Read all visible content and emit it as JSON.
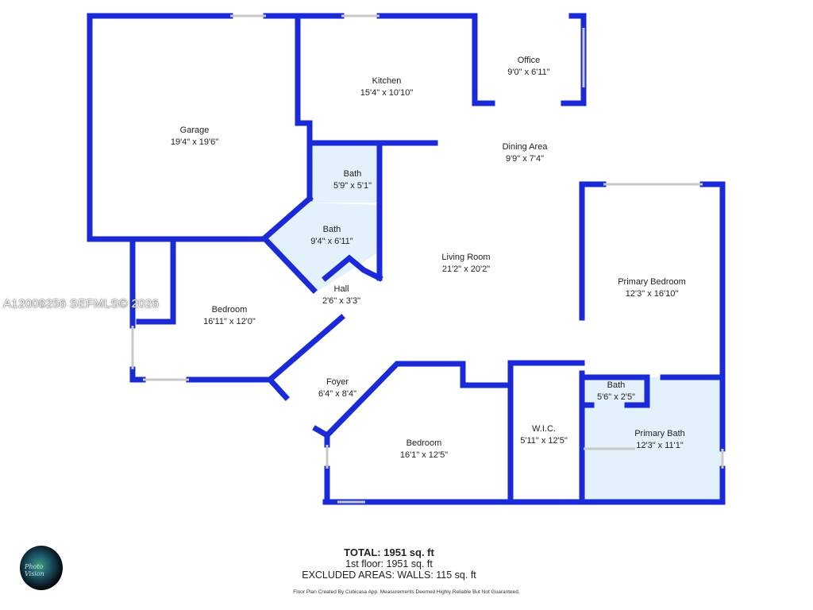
{
  "colors": {
    "wall": "#1a2ad6",
    "wet": "#e2f1fb",
    "window": "#c8c8c8"
  },
  "rooms": [
    {
      "name": "Garage",
      "size": "19'4\" x 19'6\""
    },
    {
      "name": "Kitchen",
      "size": "15'4\" x 10'10\""
    },
    {
      "name": "Office",
      "size": "9'0\" x 6'11\""
    },
    {
      "name": "Dining Area",
      "size": "9'9\" x 7'4\""
    },
    {
      "name": "Bath",
      "size": "5'9\" x 5'1\""
    },
    {
      "name": "Bath",
      "size": "9'4\" x 6'11\""
    },
    {
      "name": "Living Room",
      "size": "21'2\" x 20'2\""
    },
    {
      "name": "Primary Bedroom",
      "size": "12'3\" x 16'10\""
    },
    {
      "name": "Hall",
      "size": "2'6\" x 3'3\""
    },
    {
      "name": "Bedroom",
      "size": "16'11\" x 12'0\""
    },
    {
      "name": "Foyer",
      "size": "6'4\" x 8'4\""
    },
    {
      "name": "Bedroom",
      "size": "16'1\" x 12'5\""
    },
    {
      "name": "W.I.C.",
      "size": "5'11\" x 12'5\""
    },
    {
      "name": "Bath",
      "size": "5'6\" x 2'5\""
    },
    {
      "name": "Primary Bath",
      "size": "12'3\" x 11'1\""
    }
  ],
  "watermark": "A12008256  SEFMLS© 2026",
  "logo_text": "Photo Vision",
  "totals": {
    "total": "TOTAL: 1951 sq. ft",
    "floor": "1st floor: 1951 sq. ft",
    "excluded": "EXCLUDED AREAS: WALLS: 115 sq. ft"
  },
  "disclaimer": "Floor Plan Created By Cubicasa App. Measurements Deemed Highly Reliable But Not Guaranteed."
}
